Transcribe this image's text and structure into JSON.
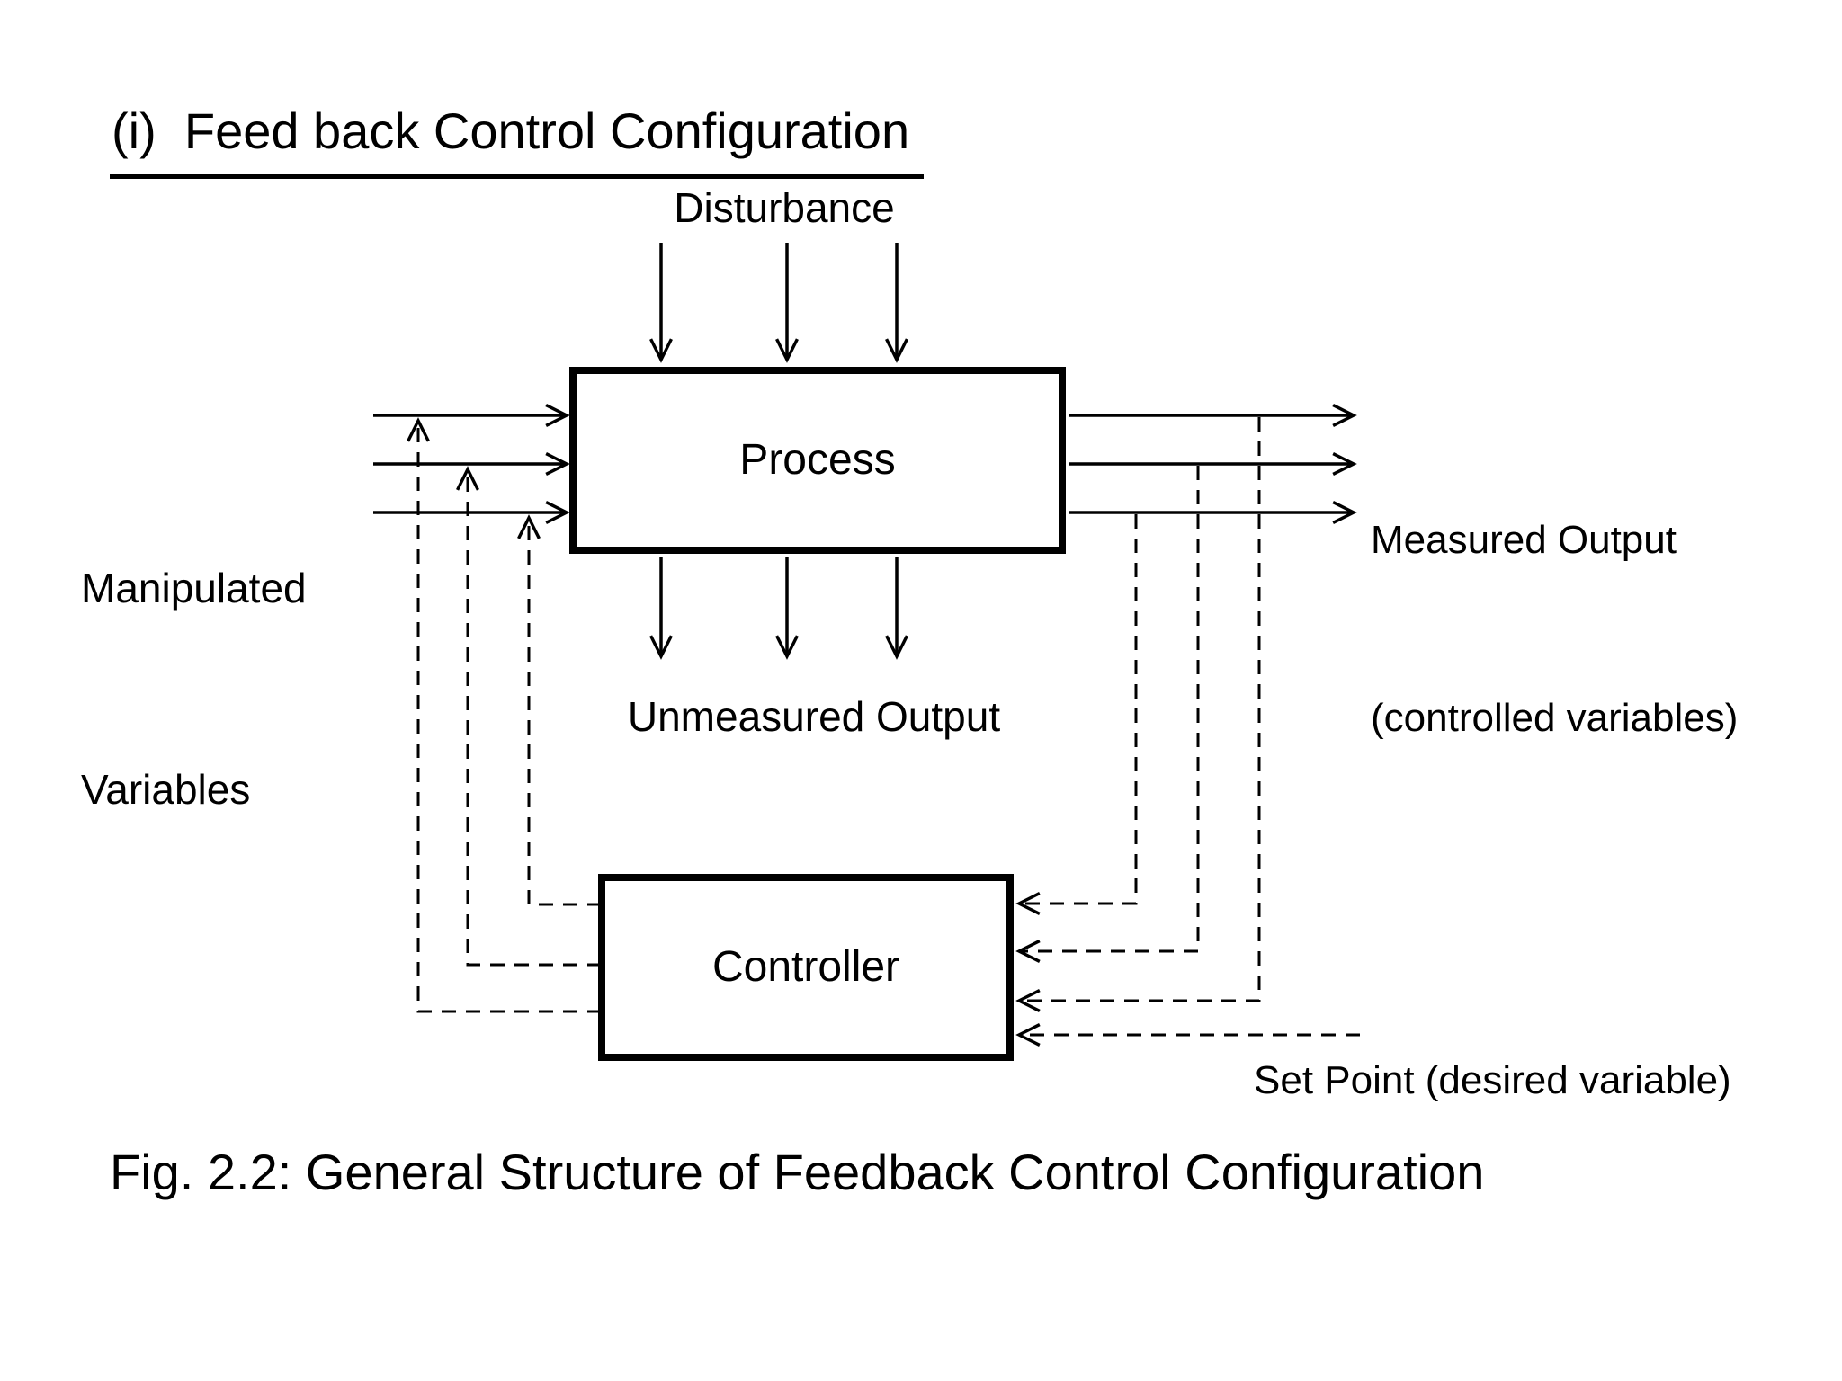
{
  "title": "(i)  Feed back Control Configuration",
  "labels": {
    "disturbance": "Disturbance",
    "manipulated_line1": "Manipulated",
    "manipulated_line2": "Variables",
    "process": "Process",
    "measured_line1": "Measured Output",
    "measured_line2": "(controlled variables)",
    "unmeasured": "Unmeasured Output",
    "controller": "Controller",
    "set_point": "Set Point (desired variable)",
    "caption": "Fig. 2.2: General Structure of Feedback Control Configuration"
  },
  "colors": {
    "ink": "#000000",
    "background": "#ffffff"
  },
  "structure": {
    "nodes": [
      "Process",
      "Controller"
    ],
    "signals": [
      {
        "from": "Disturbance",
        "to": "Process",
        "count": 3,
        "style": "solid"
      },
      {
        "from": "Manipulated Variables",
        "to": "Process",
        "count": 3,
        "style": "solid"
      },
      {
        "from": "Process",
        "to": "Measured Output (controlled variables)",
        "count": 3,
        "style": "solid"
      },
      {
        "from": "Process",
        "to": "Unmeasured Output",
        "count": 3,
        "style": "solid"
      },
      {
        "from": "Measured Output",
        "to": "Controller",
        "count": 3,
        "style": "dashed"
      },
      {
        "from": "Set Point (desired variable)",
        "to": "Controller",
        "count": 1,
        "style": "dashed"
      },
      {
        "from": "Controller",
        "to": "Manipulated Variables",
        "count": 3,
        "style": "dashed"
      }
    ]
  }
}
